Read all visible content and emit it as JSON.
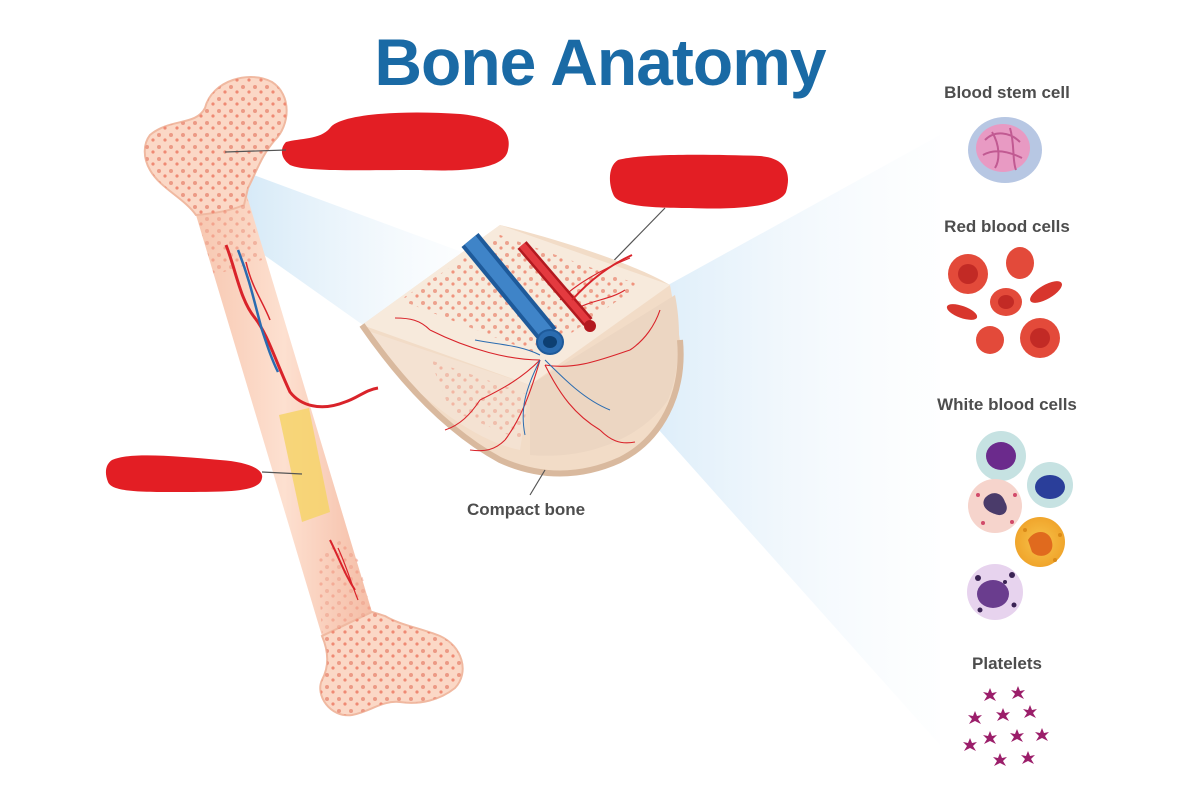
{
  "title": "Bone Anatomy",
  "colors": {
    "title": "#1a6aa5",
    "redaction": "#e31e24",
    "label_text": "#4d4d4d",
    "bone_fill": "#f9d3c0",
    "bone_dots": "#e8907a",
    "artery": "#d9232a",
    "vein": "#2b6cb0",
    "marrow": "#f6d36a"
  },
  "labels": {
    "compact_bone": "Compact bone"
  },
  "cells": {
    "stem": "Blood stem cell",
    "red": "Red blood cells",
    "white": "White blood cells",
    "platelets": "Platelets"
  },
  "icons": [
    "blood-stem-cell-icon",
    "red-blood-cells-icon",
    "white-blood-cells-icon",
    "platelets-icon"
  ]
}
